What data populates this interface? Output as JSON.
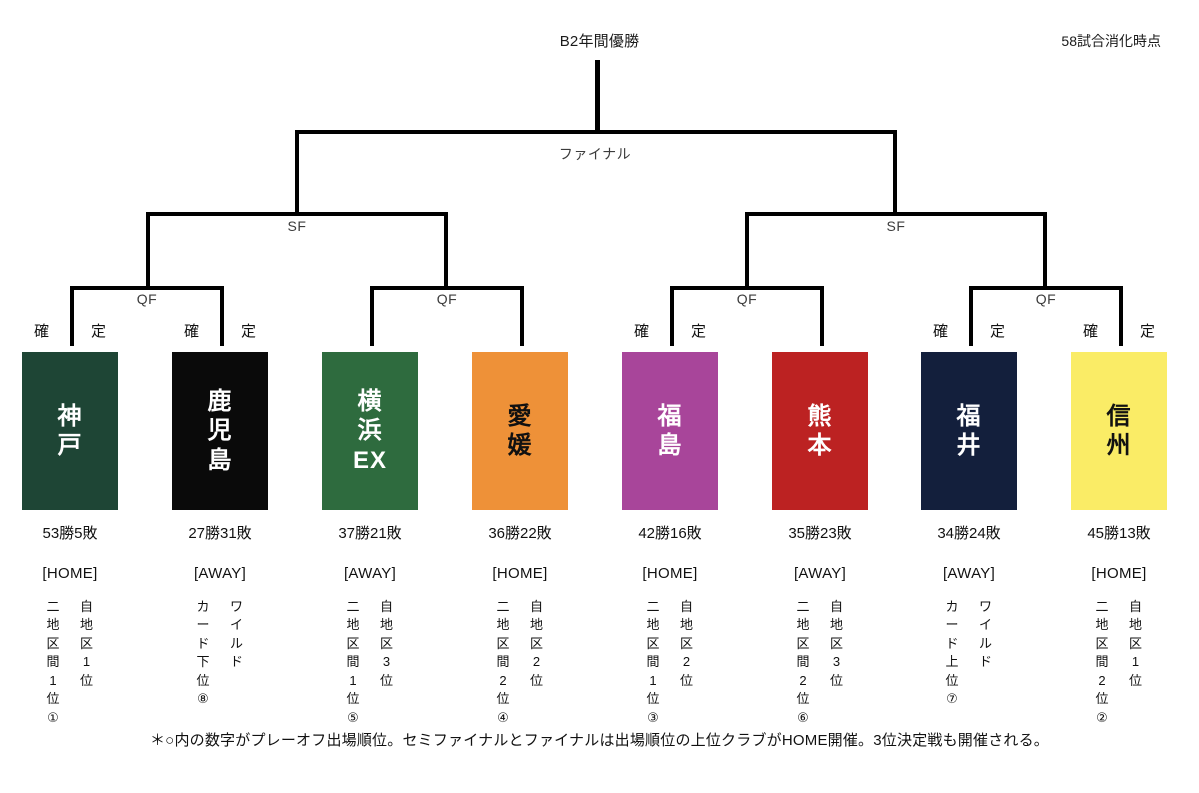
{
  "header": {
    "title": "B2年間優勝",
    "note": "58試合消化時点"
  },
  "rounds": {
    "final": "ファイナル",
    "sf_left": "SF",
    "sf_right": "SF",
    "qf_1": "QF",
    "qf_2": "QF",
    "qf_3": "QF",
    "qf_4": "QF"
  },
  "confirm": {
    "left": "確",
    "right": "定"
  },
  "teams": [
    {
      "name": "神\n戸",
      "confirmed": true,
      "bg": "#1e4535",
      "fg": "#ffffff",
      "record": "53勝5敗",
      "venue": "[HOME]",
      "note_right": "二地区間1位①",
      "note_left": "自地区1位"
    },
    {
      "name": "鹿\n児\n島",
      "confirmed": true,
      "bg": "#0a0a0a",
      "fg": "#ffffff",
      "record": "27勝31敗",
      "venue": "[AWAY]",
      "note_right": "カード下位⑧",
      "note_left": "ワイルド"
    },
    {
      "name": "横\n浜\nEX",
      "confirmed": false,
      "bg": "#2e6b3e",
      "fg": "#ffffff",
      "record": "37勝21敗",
      "venue": "[AWAY]",
      "note_right": "二地区間1位⑤",
      "note_left": "自地区3位"
    },
    {
      "name": "愛\n媛",
      "confirmed": false,
      "bg": "#ee9138",
      "fg": "#111111",
      "record": "36勝22敗",
      "venue": "[HOME]",
      "note_right": "二地区間2位④",
      "note_left": "自地区2位"
    },
    {
      "name": "福\n島",
      "confirmed": true,
      "bg": "#a8459a",
      "fg": "#ffffff",
      "record": "42勝16敗",
      "venue": "[HOME]",
      "note_right": "二地区間1位③",
      "note_left": "自地区2位"
    },
    {
      "name": "熊\n本",
      "confirmed": false,
      "bg": "#bc2222",
      "fg": "#ffffff",
      "record": "35勝23敗",
      "venue": "[AWAY]",
      "note_right": "二地区間2位⑥",
      "note_left": "自地区3位"
    },
    {
      "name": "福\n井",
      "confirmed": true,
      "bg": "#131f3c",
      "fg": "#ffffff",
      "record": "34勝24敗",
      "venue": "[AWAY]",
      "note_right": "カード上位⑦",
      "note_left": "ワイルド"
    },
    {
      "name": "信\n州",
      "confirmed": true,
      "bg": "#faec66",
      "fg": "#111111",
      "record": "45勝13敗",
      "venue": "[HOME]",
      "note_right": "二地区間2位②",
      "note_left": "自地区1位"
    }
  ],
  "footnote": "＊○内の数字がプレーオフ出場順位。セミファイナルとファイナルは出場順位の上位クラブがHOME開催。3位決定戦も開催される。"
}
